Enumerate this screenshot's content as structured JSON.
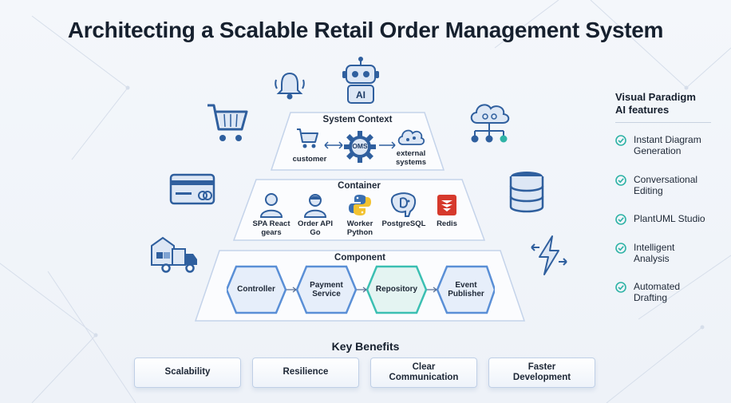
{
  "title": "Architecting a Scalable Retail Order Management System",
  "tiers": {
    "system_context": {
      "label": "System Context",
      "nodes": {
        "customer": "customer",
        "oms": "OMS",
        "external": "external\nsystems"
      }
    },
    "container": {
      "label": "Container",
      "nodes": [
        "SPA React\ngears",
        "Order API\nGo",
        "Worker\nPython",
        "PostgreSQL",
        "Redis"
      ]
    },
    "component": {
      "label": "Component",
      "nodes": [
        "Controller",
        "Payment\nService",
        "Repository",
        "Event\nPublisher"
      ]
    }
  },
  "ai_badge": "AI",
  "features": {
    "title": "Visual Paradigm\nAI features",
    "items": [
      "Instant Diagram\nGeneration",
      "Conversational\nEditing",
      "PlantUML Studio",
      "Intelligent\nAnalysis",
      "Automated\nDrafting"
    ]
  },
  "key_benefits": {
    "title": "Key Benefits",
    "items": [
      "Scalability",
      "Resilience",
      "Clear\nCommunication",
      "Faster\nDevelopment"
    ]
  },
  "icons": {
    "left": [
      "bell-icon",
      "shopping-cart-icon",
      "credit-card-icon",
      "delivery-truck-icon"
    ],
    "right": [
      "cloud-network-icon",
      "database-icon",
      "lightning-exchange-icon"
    ],
    "top": "robot-icon",
    "feature_mark": "check-circle-icon"
  },
  "colors": {
    "accent_teal": "#2fb3a6",
    "icon_blue": "#2f5f9e",
    "hex_border": "#5a8fd6",
    "hex_active": "#3bbfb2"
  }
}
